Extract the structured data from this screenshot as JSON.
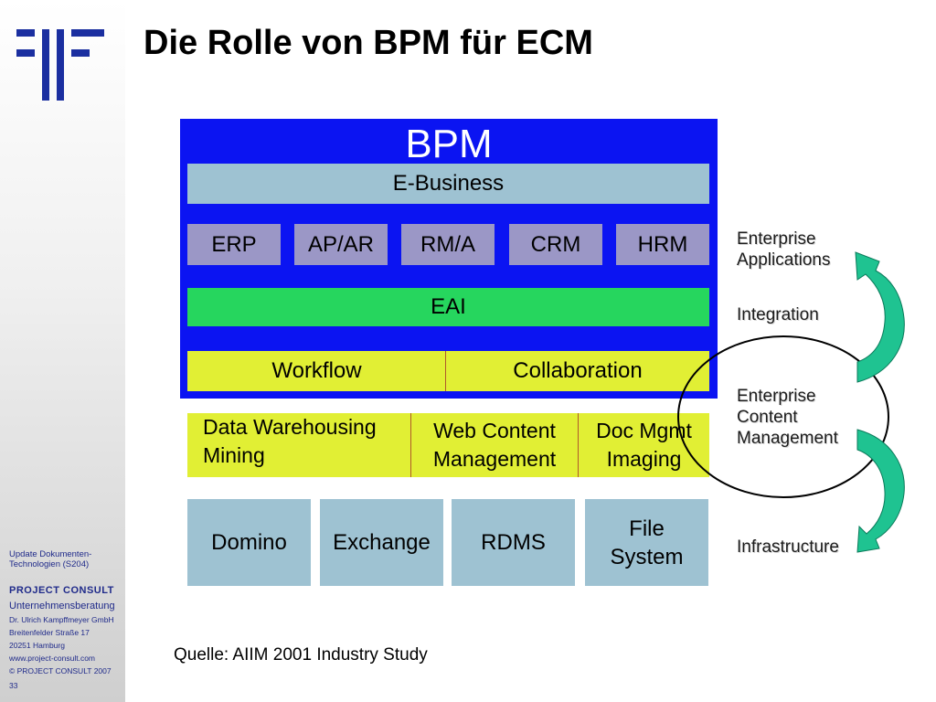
{
  "slide": {
    "title": "Die Rolle von BPM für ECM",
    "source": "Quelle:  AIIM 2001 Industry Study"
  },
  "diagram": {
    "bpm": "BPM",
    "ebusiness": "E-Business",
    "apps": [
      "ERP",
      "AP/AR",
      "RM/A",
      "CRM",
      "HRM"
    ],
    "eai": "EAI",
    "workflow": "Workflow",
    "collaboration": "Collaboration",
    "ecm": [
      {
        "line1": "Data Warehousing",
        "line2": "Mining"
      },
      {
        "line1": "Web Content",
        "line2": "Management"
      },
      {
        "line1": "Doc Mgmt",
        "line2": "Imaging"
      }
    ],
    "infra": [
      {
        "line1": "Domino",
        "line2": ""
      },
      {
        "line1": "Exchange",
        "line2": ""
      },
      {
        "line1": "RDMS",
        "line2": ""
      },
      {
        "line1": "File",
        "line2": "System"
      }
    ]
  },
  "layers": {
    "enterprise_applications": [
      "Enterprise",
      "Applications"
    ],
    "integration": "Integration",
    "ecm": [
      "Enterprise",
      "Content",
      "Management"
    ],
    "infrastructure": "Infrastructure"
  },
  "sidebar": {
    "course": [
      "Update Dokumenten-",
      "Technologien (S204)"
    ],
    "company": "PROJECT  CONSULT",
    "company_sub": "Unternehmensberatung",
    "owner": "Dr. Ulrich Kampffmeyer  GmbH",
    "street": "Breitenfelder  Straße 17",
    "city": "20251 Hamburg",
    "web": "www.project-consult.com",
    "copyright": "© PROJECT CONSULT  2007",
    "page": "33"
  },
  "colors": {
    "bpm_blue": "#0b14f2",
    "light_blue": "#9ec2d2",
    "purple": "#9b97c6",
    "green": "#26d65e",
    "yellow": "#e1ef34",
    "arrow_teal": "#1fc391",
    "logo_blue": "#1b2fa0"
  },
  "icons": [
    "project-consult-logo",
    "circular-arrow-up-icon",
    "circular-arrow-down-icon"
  ]
}
